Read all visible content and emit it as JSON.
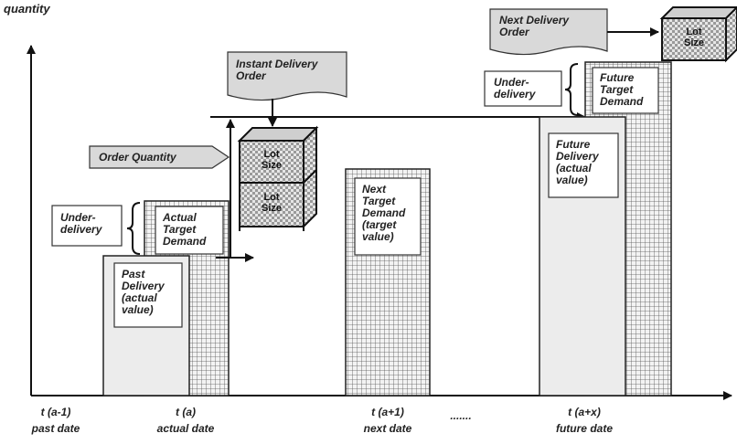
{
  "axis": {
    "y_label": "quantity",
    "ticks": [
      {
        "time": "t (a-1)",
        "label": "past date"
      },
      {
        "time": "t (a)",
        "label": "actual date"
      },
      {
        "time": "t (a+1)",
        "label": "next date"
      },
      {
        "time": "t (a+x)",
        "label": "future date"
      }
    ],
    "ellipsis": "......."
  },
  "callouts": {
    "instant_delivery_order": "Instant Delivery\nOrder",
    "order_quantity": "Order Quantity",
    "next_delivery_order": "Next Delivery\nOrder"
  },
  "labels": {
    "underdelivery_left": "Under-\ndelivery",
    "underdelivery_right": "Under-\ndelivery",
    "actual_target_demand": "Actual\nTarget\nDemand",
    "past_delivery": "Past\nDelivery\n(actual\nvalue)",
    "next_target_demand": "Next\nTarget\nDemand\n(target\nvalue)",
    "future_target_demand": "Future\nTarget\nDemand",
    "future_delivery": "Future\nDelivery\n(actual\nvalue)",
    "lot_size_upper": "Lot\nSize",
    "lot_size_lower": "Lot\nSize",
    "lot_size_future": "Lot\nSize"
  }
}
